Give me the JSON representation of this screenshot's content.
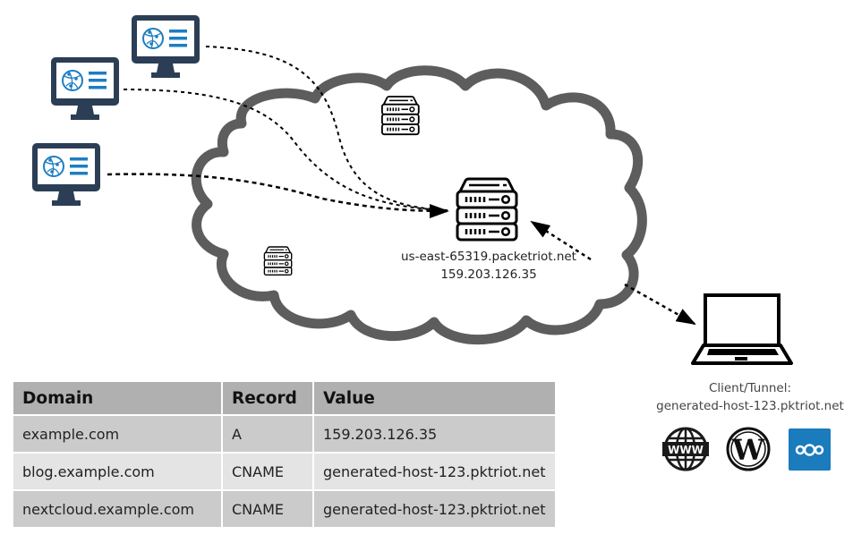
{
  "server": {
    "hostname": "us-east-65319.packetriot.net",
    "ip": "159.203.126.35"
  },
  "client": {
    "label_line1": "Client/Tunnel:",
    "label_line2": "generated-host-123.pktriot.net",
    "services": [
      {
        "name": "www",
        "icon": "globe-www-icon",
        "text": "WWW"
      },
      {
        "name": "wordpress",
        "icon": "wordpress-icon",
        "text": "W"
      },
      {
        "name": "nextcloud",
        "icon": "nextcloud-icon",
        "color": "#1a7bbd"
      }
    ]
  },
  "visitors": [
    {
      "icon": "desktop-monitor-icon"
    },
    {
      "icon": "desktop-monitor-icon"
    },
    {
      "icon": "desktop-monitor-icon"
    }
  ],
  "colors": {
    "monitor": "#2c3e55",
    "monitor_accent": "#1d7ec2",
    "cloud_stroke": "#5d5d5d",
    "nextcloud": "#1a7bbd"
  },
  "dns_table": {
    "headers": [
      "Domain",
      "Record",
      "Value"
    ],
    "rows": [
      [
        "example.com",
        "A",
        "159.203.126.35"
      ],
      [
        "blog.example.com",
        "CNAME",
        "generated-host-123.pktriot.net"
      ],
      [
        "nextcloud.example.com",
        "CNAME",
        "generated-host-123.pktriot.net"
      ]
    ]
  }
}
